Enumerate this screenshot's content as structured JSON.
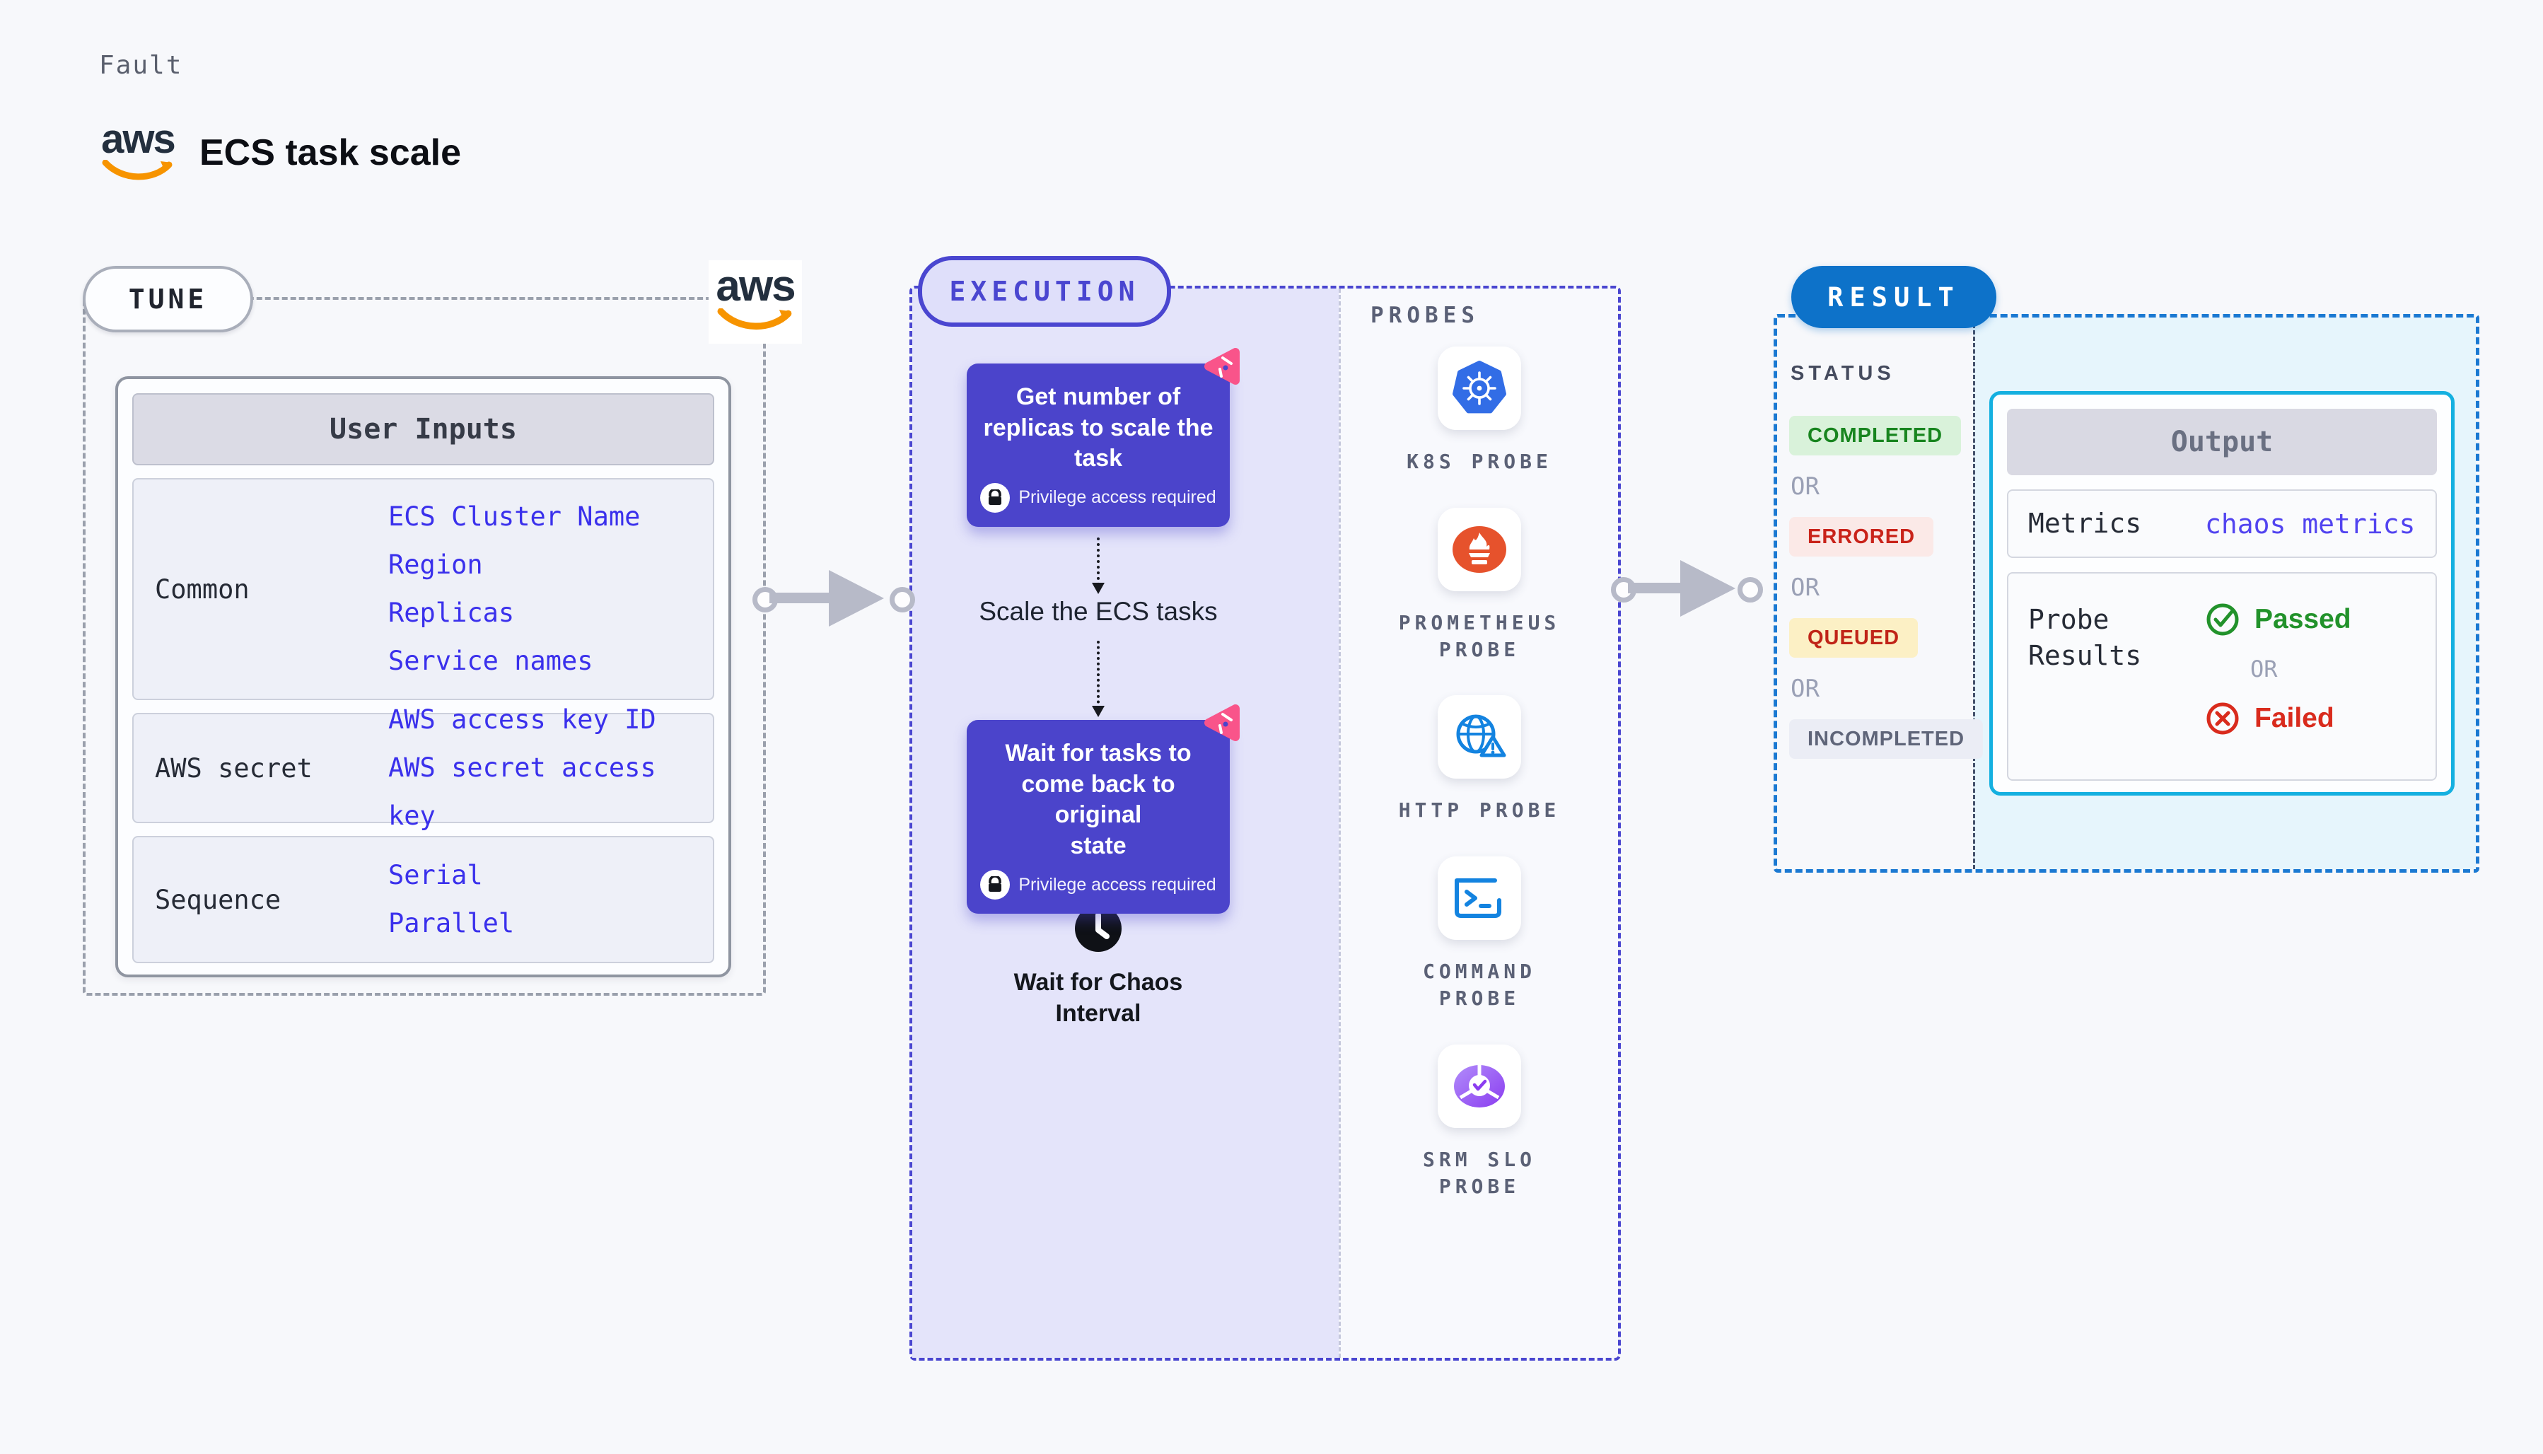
{
  "header": {
    "kicker": "Fault",
    "title": "ECS task scale",
    "aws_word": "aws"
  },
  "tune": {
    "badge": "TUNE",
    "aws_word": "aws",
    "table": {
      "header": "User Inputs",
      "rows": [
        {
          "label": "Common",
          "values": [
            "ECS Cluster Name",
            "Region",
            "Replicas",
            "Service names"
          ]
        },
        {
          "label": "AWS secret",
          "values": [
            "AWS access key ID",
            "AWS secret access key"
          ]
        },
        {
          "label": "Sequence",
          "values": [
            "Serial",
            "Parallel"
          ]
        }
      ]
    }
  },
  "execution": {
    "badge": "EXECUTION",
    "step1_lines": [
      "Get number of",
      "replicas to scale the",
      "task"
    ],
    "step1_note": "Privilege access required",
    "between_text": "Scale the ECS tasks",
    "step2_lines": [
      "Wait for tasks to",
      "come back to original",
      "state"
    ],
    "step2_note": "Privilege access required",
    "wait_lines": [
      "Wait for Chaos",
      "Interval"
    ]
  },
  "probes": {
    "heading": "PROBES",
    "items": [
      {
        "icon": "kubernetes-icon",
        "lines": [
          "K8S PROBE",
          ""
        ]
      },
      {
        "icon": "prometheus-icon",
        "lines": [
          "PROMETHEUS",
          "PROBE"
        ]
      },
      {
        "icon": "http-globe-warning-icon",
        "lines": [
          "HTTP PROBE",
          ""
        ]
      },
      {
        "icon": "command-terminal-icon",
        "lines": [
          "COMMAND",
          "PROBE"
        ]
      },
      {
        "icon": "srm-slo-icon",
        "lines": [
          "SRM SLO",
          "PROBE"
        ]
      }
    ]
  },
  "result": {
    "badge": "RESULT",
    "status_heading": "STATUS",
    "or_label": "OR",
    "statuses": [
      {
        "label": "COMPLETED",
        "fg": "#18851f",
        "bg": "#d9f2da"
      },
      {
        "label": "ERRORED",
        "fg": "#c9231a",
        "bg": "#fbe9e7"
      },
      {
        "label": "QUEUED",
        "fg": "#c02418",
        "bg": "#fcf0c5"
      },
      {
        "label": "INCOMPLETED",
        "fg": "#5f6579",
        "bg": "#ebedf5"
      }
    ],
    "output": {
      "header": "Output",
      "metrics_label": "Metrics",
      "metrics_value": "chaos metrics",
      "probe_label": "Probe Results",
      "passed_label": "Passed",
      "or_label": "OR",
      "failed_label": "Failed"
    }
  },
  "colors": {
    "accent_indigo": "#4a46d0",
    "step_box": "#4b44cb",
    "execution_fill": "#e4e4fa",
    "result_blue": "#0d72c9",
    "result_dash": "#1b79d2",
    "output_border": "#14b0e0",
    "output_fill": "#e6f5fc",
    "value_blue": "#3a30ec",
    "pink_deco": "#f9548a",
    "passed_green": "#22922b",
    "failed_red": "#d92b1d"
  }
}
